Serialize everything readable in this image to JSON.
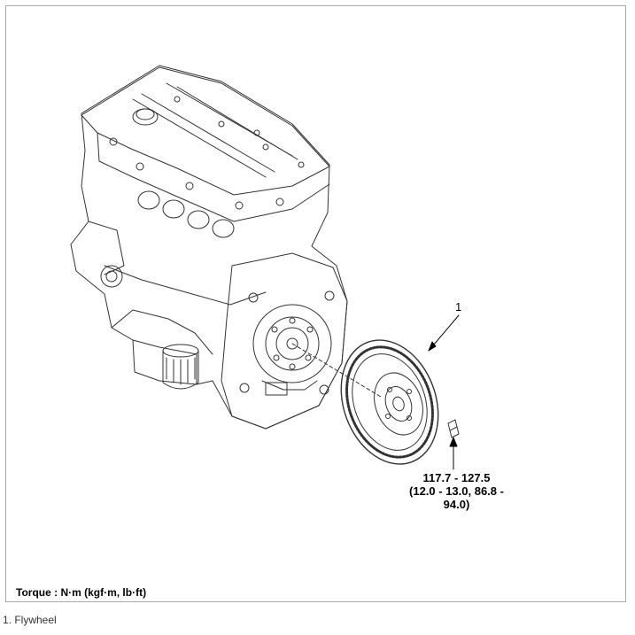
{
  "diagram": {
    "callout_number": "1",
    "torque_value_line1": "117.7 - 127.5",
    "torque_value_line2": "(12.0 - 13.0, 86.8 - 94.0)",
    "torque_units_label": "Torque : N·m (kgf·m, lb·ft)"
  },
  "caption": "1. Flywheel"
}
